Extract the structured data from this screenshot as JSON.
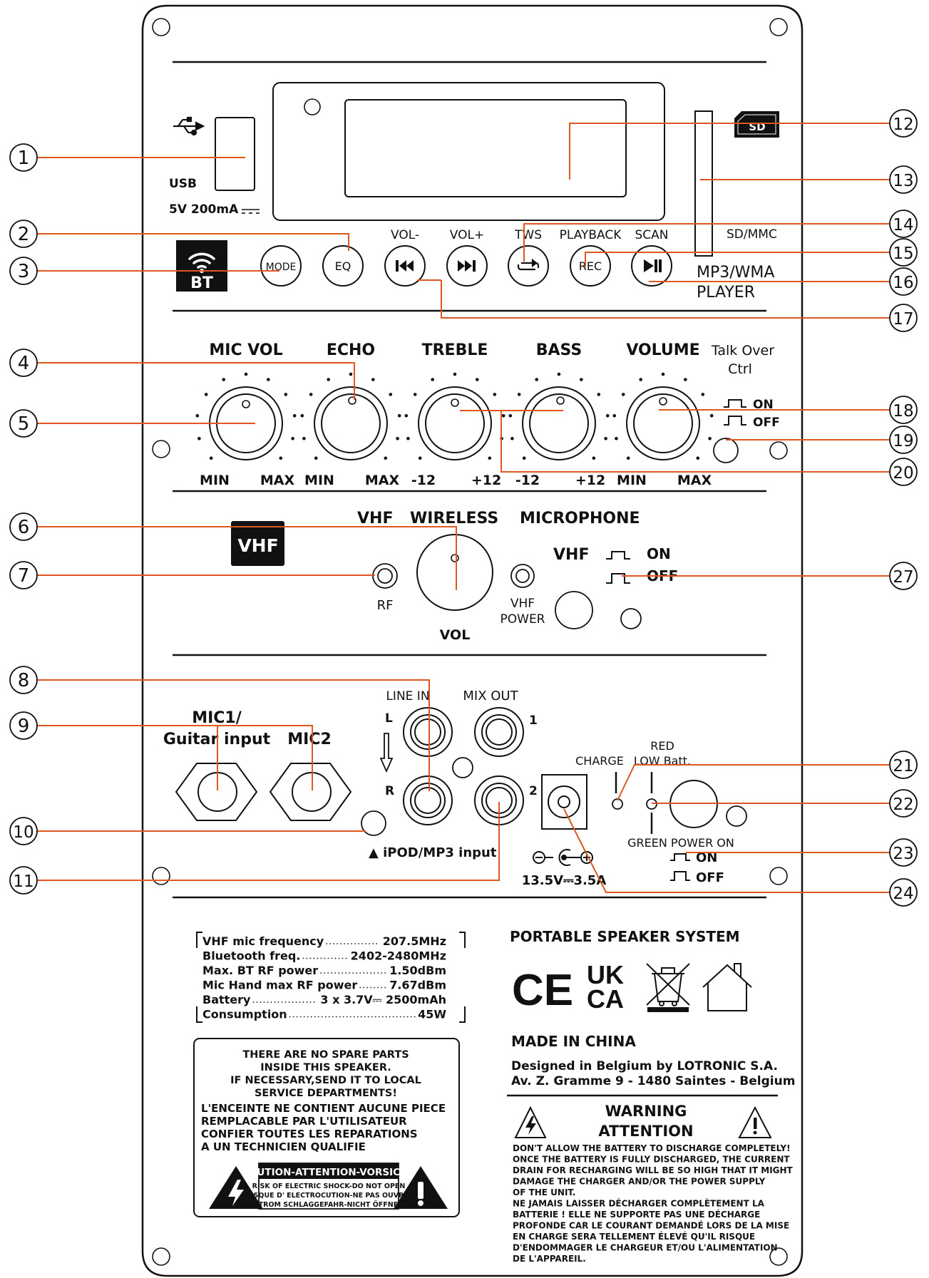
{
  "usb": {
    "label": "USB",
    "rating": "5V 200mA"
  },
  "display": {},
  "sd": {
    "badge": "SD",
    "label": "SD/MMC"
  },
  "player": {
    "line1": "MP3/WMA",
    "line2": "PLAYER"
  },
  "bt": {
    "badge": "BT"
  },
  "buttons": {
    "mode": "MODE",
    "eq": "EQ",
    "rec": "REC"
  },
  "button_labels": {
    "vol_minus": "VOL-",
    "vol_plus": "VOL+",
    "tws": "TWS",
    "playback": "PLAYBACK",
    "scan": "SCAN"
  },
  "knobs": [
    {
      "name": "MIC VOL",
      "min": "MIN",
      "max": "MAX"
    },
    {
      "name": "ECHO",
      "min": "MIN",
      "max": "MAX"
    },
    {
      "name": "TREBLE",
      "min": "-12",
      "max": "+12"
    },
    {
      "name": "BASS",
      "min": "-12",
      "max": "+12"
    },
    {
      "name": "VOLUME",
      "min": "MIN",
      "max": "MAX"
    }
  ],
  "talkover": {
    "line1": "Talk Over",
    "line2": "Ctrl",
    "on": "ON",
    "off": "OFF"
  },
  "vhf": {
    "badge": "VHF",
    "title1": "VHF",
    "title2": "WIRELESS",
    "title3": "MICROPHONE",
    "rf": "RF",
    "vol": "VOL",
    "power1": "VHF",
    "power2": "POWER",
    "switch_title": "VHF",
    "on": "ON",
    "off": "OFF"
  },
  "inputs": {
    "mic1a": "MIC1/",
    "mic1b": "Guitar input",
    "mic2": "MIC2",
    "line_in": "LINE IN",
    "mix_out": "MIX OUT",
    "l": "L",
    "r": "R",
    "one": "1",
    "two": "2",
    "ipod": "▲ iPOD/MP3 input"
  },
  "power": {
    "charge": "CHARGE",
    "red": "RED",
    "low": "LOW Batt.",
    "green": "GREEN POWER ON",
    "on": "ON",
    "off": "OFF",
    "dc": "13.5V⎓3.5A"
  },
  "specs": [
    {
      "label": "VHF mic frequency",
      "value": "207.5MHz"
    },
    {
      "label": "Bluetooth freq.",
      "value": "2402-2480MHz"
    },
    {
      "label": "Max. BT RF power",
      "value": "1.50dBm"
    },
    {
      "label": "Mic Hand max RF power",
      "value": "7.67dBm"
    },
    {
      "label": "Battery",
      "value": "3 x 3.7V⎓ 2500mAh"
    },
    {
      "label": "Consumption",
      "value": "45W"
    }
  ],
  "notice": {
    "en": [
      "THERE ARE NO SPARE PARTS",
      "INSIDE THIS SPEAKER.",
      "IF NECESSARY,SEND IT TO LOCAL",
      "SERVICE DEPARTMENTS!"
    ],
    "fr": [
      "L'ENCEINTE NE CONTIENT AUCUNE PIECE",
      "REMPLACABLE PAR L'UTILISATEUR",
      "CONFIER TOUTES LES REPARATIONS",
      "A UN TECHNICIEN QUALIFIE"
    ],
    "caution_title": "CAUTION-ATTENTION-VORSICHT",
    "caution": [
      "RISK OF ELECTRIC SHOCK-DO NOT OPEN",
      "RISQUE D' ELECTROCUTION-NE PAS OUVRIR",
      "STROM SCHLAGGEFAHR-NICHT ÖFFNEN"
    ]
  },
  "brand": {
    "system": "PORTABLE SPEAKER SYSTEM",
    "ce": "CE",
    "uk": "UK",
    "ca": "CA",
    "made": "MADE IN CHINA",
    "design1": "Designed in Belgium by LOTRONIC S.A.",
    "design2": "Av. Z. Gramme 9 - 1480 Saintes - Belgium"
  },
  "warning": {
    "title1": "WARNING",
    "title2": "ATTENTION",
    "lines": [
      "DON'T ALLOW THE BATTERY TO DISCHARGE COMPLETELY!",
      "ONCE THE BATTERY IS FULLY DISCHARGED, THE CURRENT",
      "DRAIN FOR RECHARGING WILL BE SO HIGH THAT IT MIGHT",
      "DAMAGE THE CHARGER AND/OR THE POWER SUPPLY",
      "OF THE UNIT.",
      "NE JAMAIS LAISSER DÉCHARGER COMPLÈTEMENT LA",
      "BATTERIE ! ELLE NE SUPPORTE PAS UNE DÉCHARGE",
      "PROFONDE CAR LE COURANT DEMANDÉ LORS DE LA MISE",
      "EN CHARGE SERA TELLEMENT ÉLEVÉ QU'IL RISQUE",
      "D'ENDOMMAGER LE CHARGEUR ET/OU L'ALIMENTATION",
      "DE L'APPAREIL."
    ]
  },
  "callouts": [
    "1",
    "2",
    "3",
    "4",
    "5",
    "6",
    "7",
    "8",
    "9",
    "10",
    "11",
    "12",
    "13",
    "14",
    "15",
    "16",
    "17",
    "18",
    "19",
    "20",
    "21",
    "22",
    "23",
    "24",
    "27"
  ]
}
